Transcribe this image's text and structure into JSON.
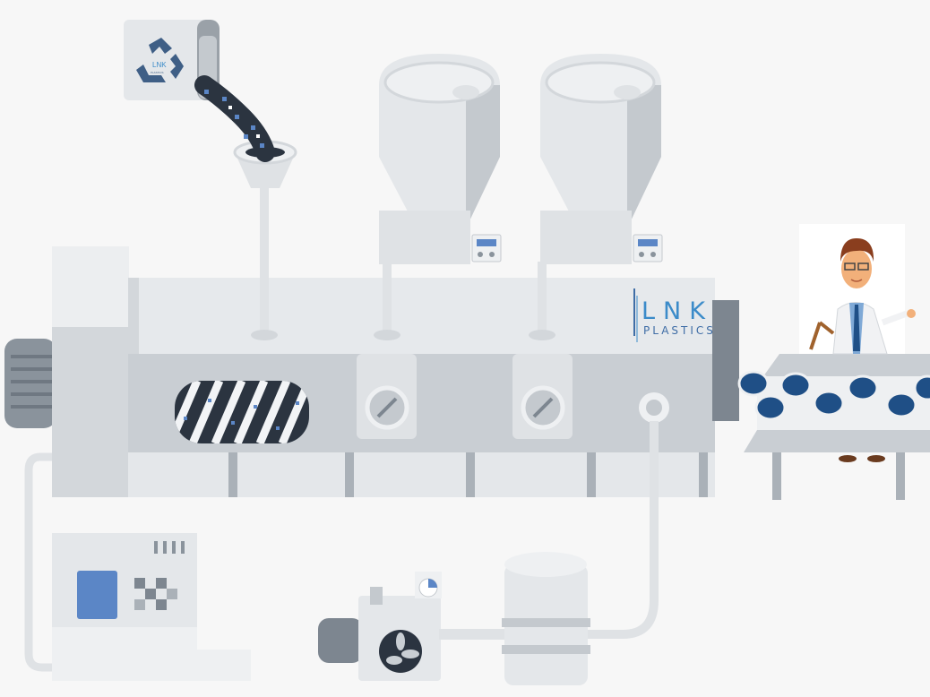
{
  "logo": {
    "name": "LNK",
    "tagline": "PLASTICS"
  },
  "bag_logo": {
    "name": "LNK",
    "tagline": "PLASTICS"
  },
  "icons": [
    "recycle-icon",
    "dial-icon",
    "fan-icon",
    "gauge-icon",
    "display-icon"
  ],
  "colors": {
    "background": "#f7f7f7",
    "machine_light": "#e4e7ea",
    "machine_mid": "#c8cdd2",
    "machine_dark": "#7f8892",
    "accent_blue": "#3f6da6",
    "puck_blue": "#1f4f86",
    "logo_blue": "#3b8bc9",
    "display_blue": "#5b86c6"
  }
}
